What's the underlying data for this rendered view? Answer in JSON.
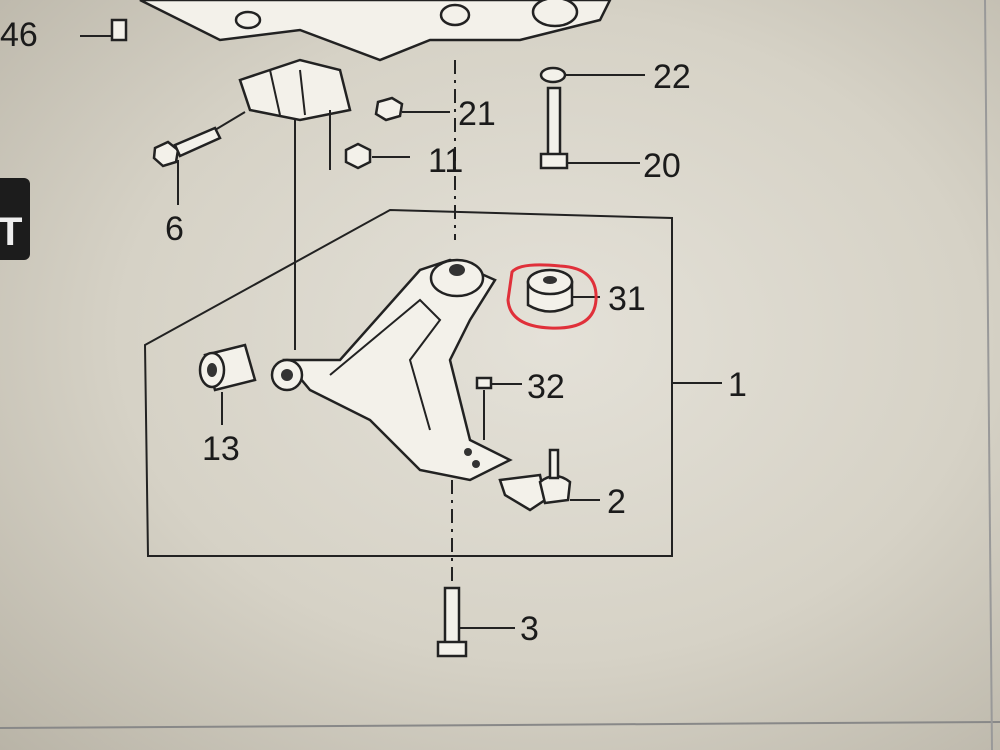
{
  "diagram": {
    "side_badge": "T",
    "callouts": {
      "p46": "46",
      "p22": "22",
      "p21": "21",
      "p20": "20",
      "p11": "11",
      "p6": "6",
      "p31": "31",
      "p32": "32",
      "p1": "1",
      "p13": "13",
      "p2": "2",
      "p3": "3"
    },
    "highlight_color": "#e0303a"
  }
}
